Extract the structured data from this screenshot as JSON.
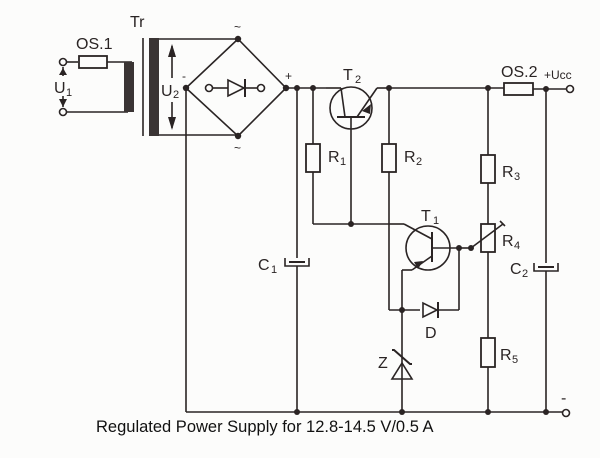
{
  "title": "Regulated Power Supply for 12.8-14.5 V/0.5 A",
  "components": {
    "transformer": {
      "label": "Tr"
    },
    "fuse1": {
      "label": "OS.1"
    },
    "fuse2": {
      "label": "OS.2"
    },
    "input_voltage": {
      "label": "U",
      "sub": "1"
    },
    "secondary_voltage": {
      "label": "U",
      "sub": "2"
    },
    "bridge": {
      "ac_top": "~",
      "ac_bottom": "~",
      "minus": "-",
      "plus": "+"
    },
    "t2": {
      "label": "T",
      "sub": "2"
    },
    "t1": {
      "label": "T",
      "sub": "1"
    },
    "r1": {
      "label": "R",
      "sub": "1"
    },
    "r2": {
      "label": "R",
      "sub": "2"
    },
    "r3": {
      "label": "R",
      "sub": "3"
    },
    "r4": {
      "label": "R",
      "sub": "4"
    },
    "r5": {
      "label": "R",
      "sub": "5"
    },
    "c1": {
      "label": "C",
      "sub": "1"
    },
    "c2": {
      "label": "C",
      "sub": "2"
    },
    "diode": {
      "label": "D"
    },
    "zener": {
      "label": "Z"
    },
    "output_plus": {
      "label": "+Ucc"
    },
    "output_minus": {
      "label": "-"
    }
  }
}
